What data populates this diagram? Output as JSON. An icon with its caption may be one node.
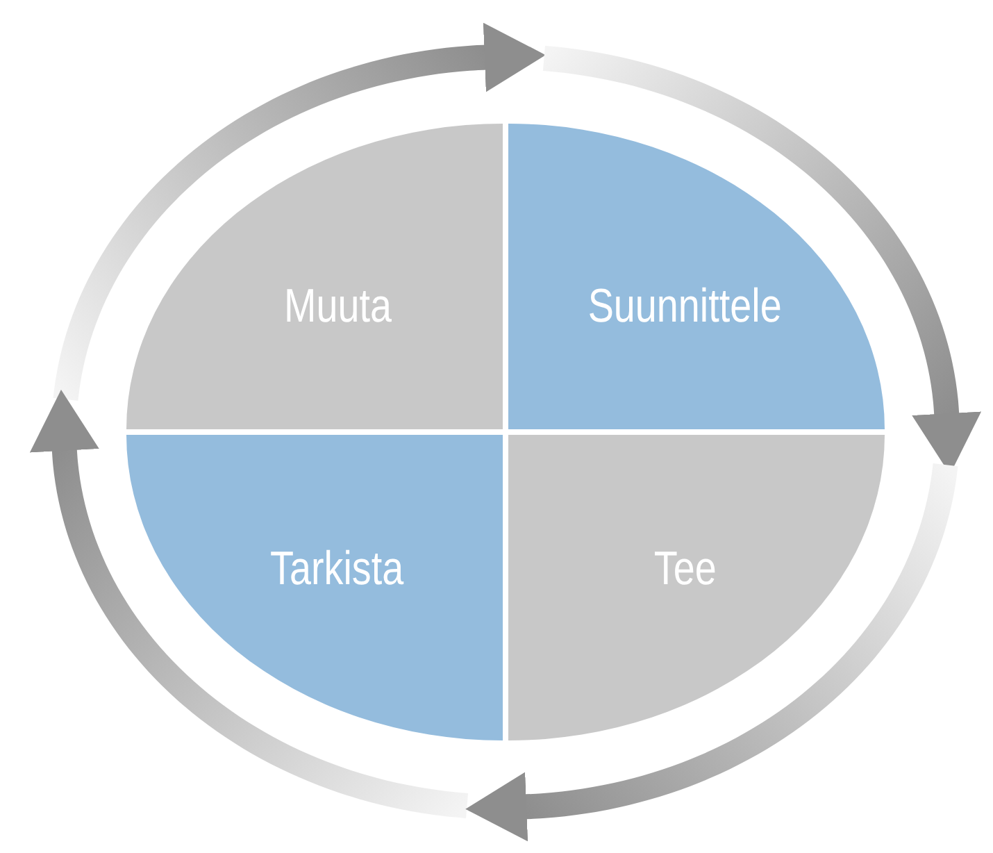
{
  "diagram": {
    "nodes": [
      {
        "text": [
          "Muuta"
        ]
      },
      {
        "text": [
          "Suunnittele"
        ]
      },
      {
        "text": [
          "Tarkista"
        ]
      },
      {
        "text": [
          "Tee"
        ]
      }
    ]
  }
}
